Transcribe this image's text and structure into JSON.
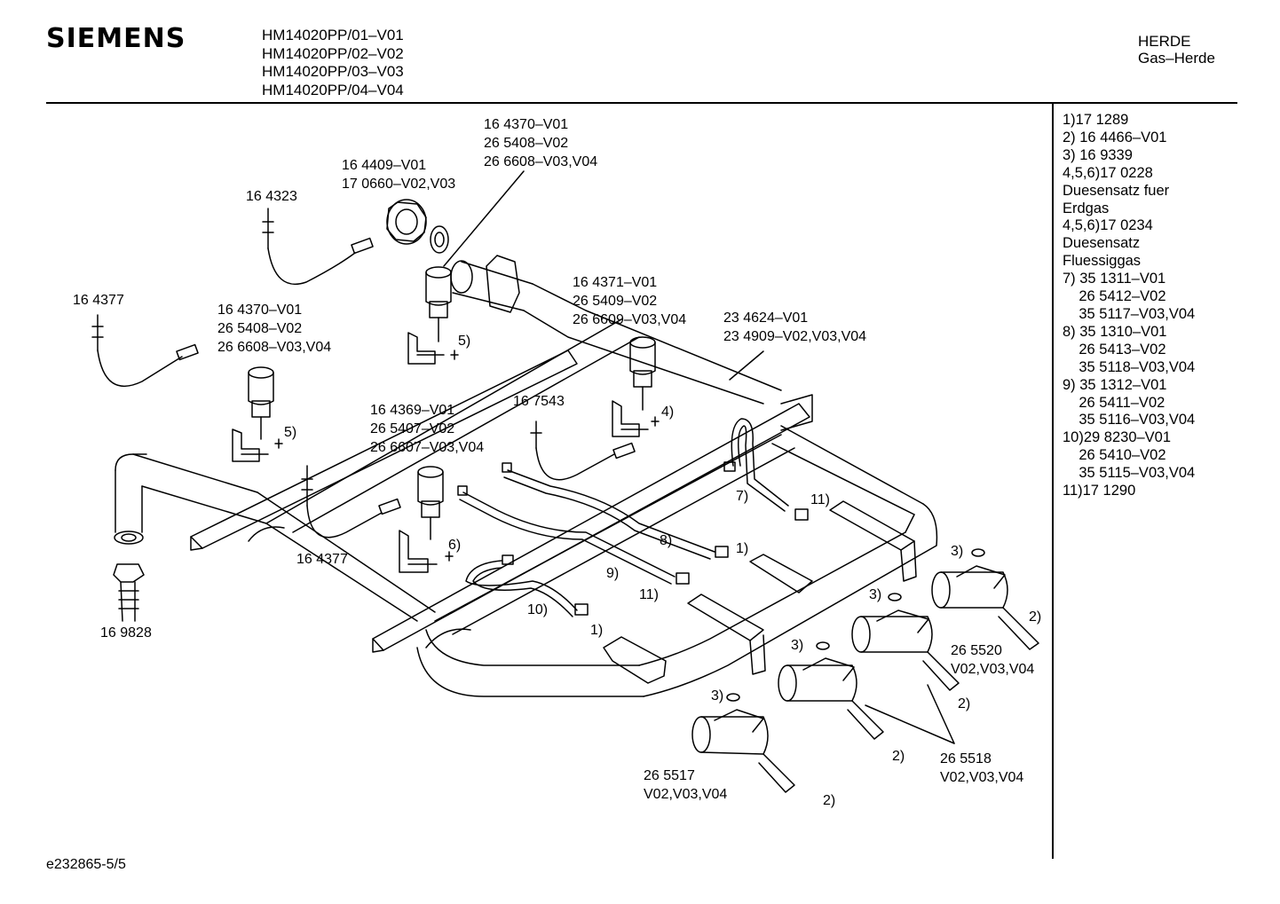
{
  "header": {
    "brand": "SIEMENS",
    "models": [
      "HM14020PP/01–V01",
      "HM14020PP/02–V02",
      "HM14020PP/03–V03",
      "HM14020PP/04–V04"
    ],
    "category": [
      "HERDE",
      "Gas–Herde"
    ]
  },
  "legend": [
    "1)17 1289",
    "2) 16 4466–V01",
    "3) 16 9339",
    "4,5,6)17 0228",
    "Duesensatz fuer",
    "Erdgas",
    "4,5,6)17 0234",
    "Duesensatz",
    "Fluessiggas",
    "7) 35 1311–V01",
    "    26 5412–V02",
    "    35 5117–V03,V04",
    "8) 35 1310–V01",
    "    26 5413–V02",
    "    35 5118–V03,V04",
    "9) 35 1312–V01",
    "    26 5411–V02",
    "    35 5116–V03,V04",
    "10)29 8230–V01",
    "    26 5410–V02",
    "    35 5115–V03,V04",
    "11)17 1290"
  ],
  "callouts": {
    "c1": [
      "16 4370–V01",
      "26 5408–V02",
      "26 6608–V03,V04"
    ],
    "c2": [
      "16 4409–V01",
      "17 0660–V02,V03"
    ],
    "c3": "16 4323",
    "c4": "16 4377",
    "c5": [
      "16 4370–V01",
      "26 5408–V02",
      "26 6608–V03,V04"
    ],
    "c6": [
      "16 4371–V01",
      "26 5409–V02",
      "26 6609–V03,V04"
    ],
    "c7": [
      "23 4624–V01",
      "23 4909–V02,V03,V04"
    ],
    "c8": "5)",
    "c9": "5)",
    "c10": "16 7543",
    "c11": [
      "16 4369–V01",
      "26 5407–V02",
      "26 6607–V03,V04"
    ],
    "c12": "4)",
    "c13": "7)",
    "c14": "11)",
    "c15": "16 4377",
    "c16": "6)",
    "c17": "8)",
    "c18": "1)",
    "c19": "9)",
    "c20": "11)",
    "c21": "10)",
    "c22": "1)",
    "c23": "16 9828",
    "c24": "3)",
    "c25": "3)",
    "c26": "2)",
    "c27": [
      "26 5520",
      "V02,V03,V04"
    ],
    "c28": "3)",
    "c29": "2)",
    "c30": "3)",
    "c31": "2)",
    "c32": [
      "26 5518",
      "V02,V03,V04"
    ],
    "c33": [
      "26 5517",
      "V02,V03,V04"
    ],
    "c34": "2)"
  },
  "footer": "e232865-5/5"
}
